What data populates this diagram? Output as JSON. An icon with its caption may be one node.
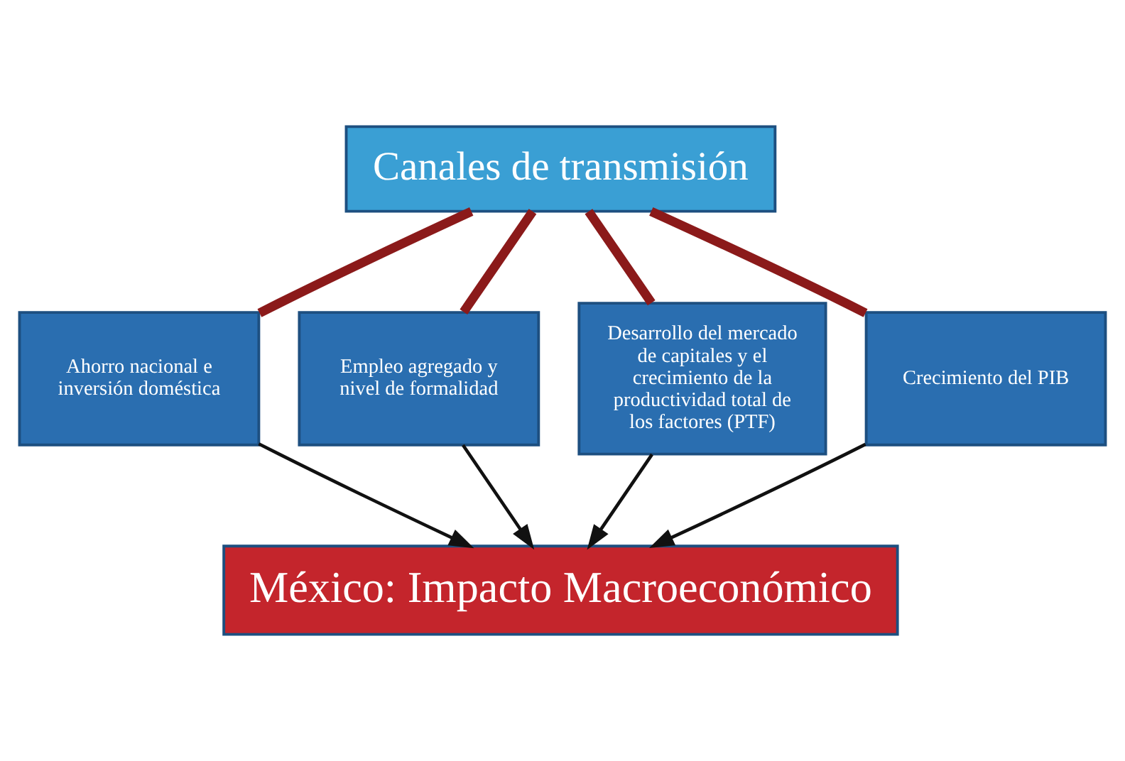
{
  "diagram": {
    "nodes": [
      {
        "text": [
          "Canales de transmisión"
        ]
      },
      {
        "text": [
          "Ahorro nacional e inversión doméstica"
        ]
      },
      {
        "text": [
          "Empleo agregado y nivel de formalidad"
        ]
      },
      {
        "text": [
          "Desarrollo del mercado de capitales y el crecimiento de la productividad total de los factores (PTF)"
        ]
      },
      {
        "text": [
          "Crecimiento del PIB"
        ]
      },
      {
        "text": [
          "México: Impacto Macroeconómico"
        ]
      }
    ],
    "edges": [
      {
        "from": 0,
        "to": 1,
        "arrow": "none",
        "style": "thick",
        "color": "#8b1a1a"
      },
      {
        "from": 0,
        "to": 2,
        "arrow": "none",
        "style": "thick",
        "color": "#8b1a1a"
      },
      {
        "from": 0,
        "to": 3,
        "arrow": "none",
        "style": "thick",
        "color": "#8b1a1a"
      },
      {
        "from": 0,
        "to": 4,
        "arrow": "none",
        "style": "thick",
        "color": "#8b1a1a"
      },
      {
        "from": 1,
        "to": 5,
        "arrow": "to",
        "color": "#111111"
      },
      {
        "from": 2,
        "to": 5,
        "arrow": "to",
        "color": "#111111"
      },
      {
        "from": 3,
        "to": 5,
        "arrow": "to",
        "color": "#111111"
      },
      {
        "from": 4,
        "to": 5,
        "arrow": "to",
        "color": "#111111"
      }
    ]
  }
}
